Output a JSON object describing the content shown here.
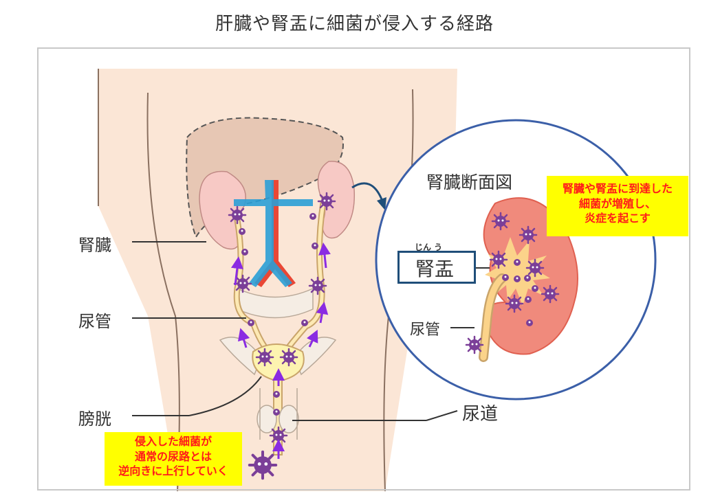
{
  "title": "肝臓や腎盂に細菌が侵入する経路",
  "labels": {
    "kidney": "腎臓",
    "ureter": "尿管",
    "bladder": "膀胱",
    "urethra": "尿道",
    "cross_section_title": "腎臓断面図",
    "renal_pelvis": "腎盂",
    "renal_pelvis_ruby": "じん う",
    "inset_ureter": "尿管"
  },
  "callouts": {
    "route": [
      "侵入した細菌が",
      "通常の尿路とは",
      "逆向きに上行していく"
    ],
    "infection": [
      "腎臓や腎盂に到達した",
      "細菌が増殖し、",
      "炎症を起こす"
    ]
  },
  "colors": {
    "skin": "#fbe6d6",
    "liver": "#e7c7b4",
    "kidney": "#f7c9c5",
    "urinary": "#fde9b4",
    "bacteria": "#7b3f98",
    "arrow": "#8a2be2",
    "artery": "#e94735",
    "vein": "#2a9fd6",
    "callout_bg": "#ffff00",
    "callout_text": "#ff1a1a",
    "inset_border": "#3b5fa8"
  }
}
